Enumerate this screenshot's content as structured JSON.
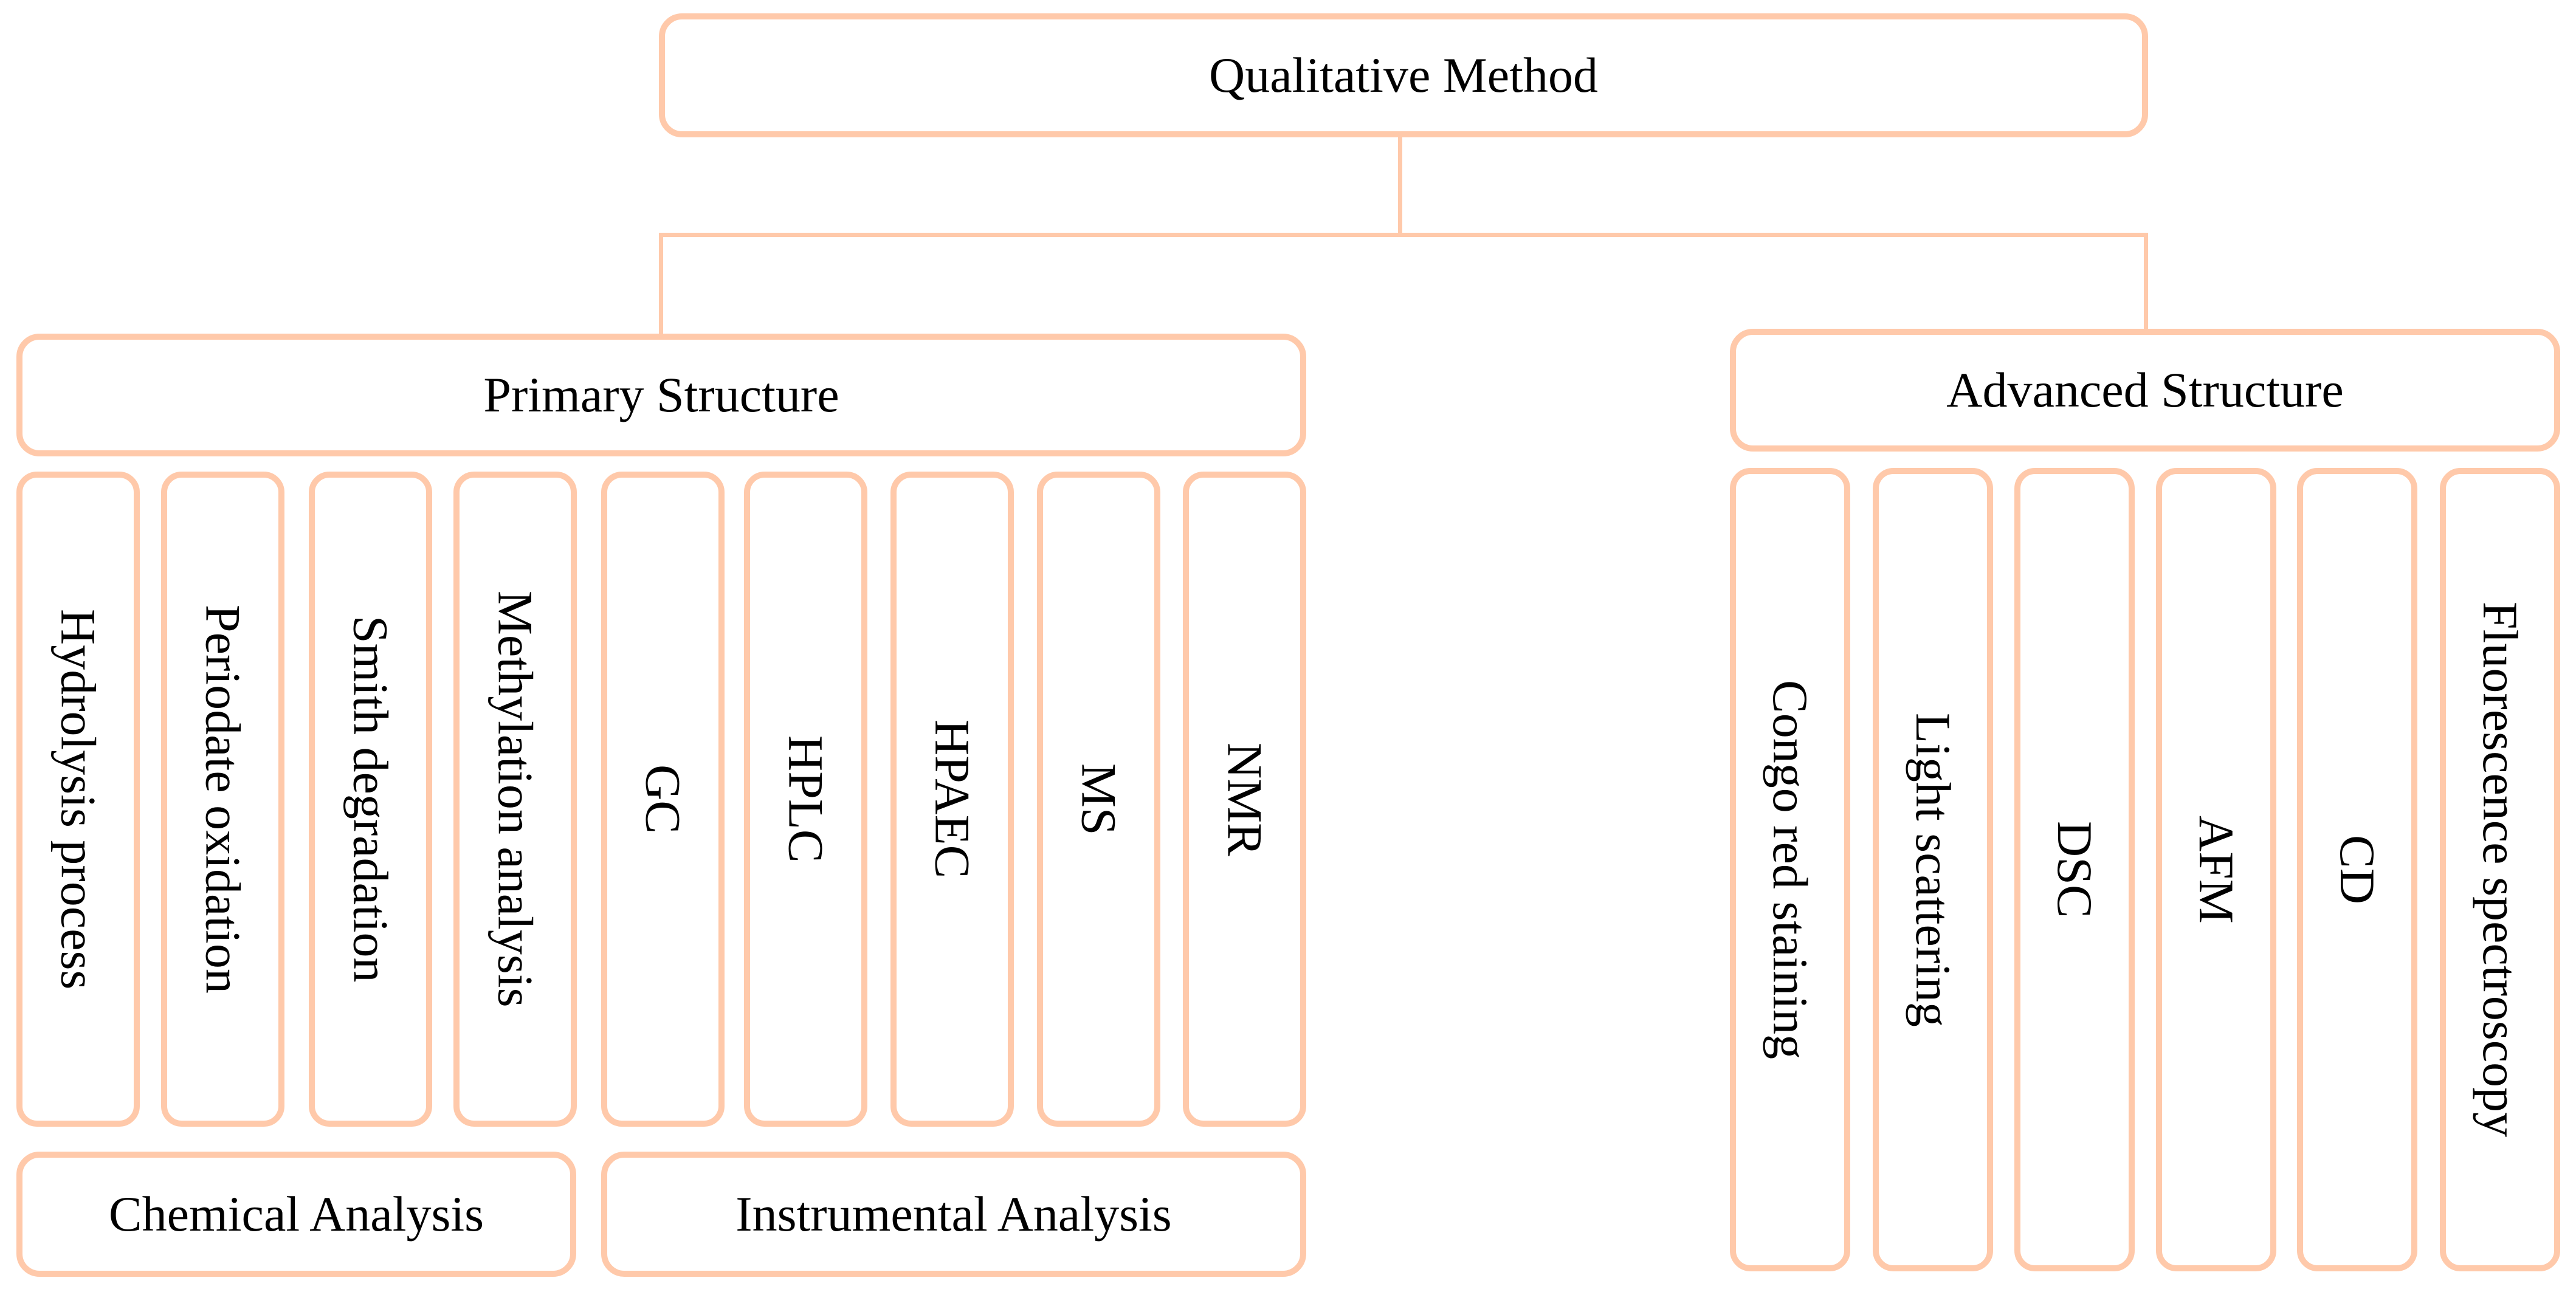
{
  "root": {
    "label": "Qualitative Method"
  },
  "primary": {
    "label": "Primary Structure",
    "methods": [
      "Hydrolysis process",
      "Periodate oxidation",
      "Smith degradation",
      "Methylation analysis",
      "GC",
      "HPLC",
      "HPAEC",
      "MS",
      "NMR"
    ],
    "groups": [
      "Chemical Analysis",
      "Instrumental Analysis"
    ]
  },
  "advanced": {
    "label": "Advanced Structure",
    "methods": [
      "Congo red staining",
      "Light scattering",
      "DSC",
      "AFM",
      "CD",
      "Fluorescence spectroscopy"
    ]
  },
  "colors": {
    "border": "#FFC9AA",
    "text": "#000000"
  }
}
